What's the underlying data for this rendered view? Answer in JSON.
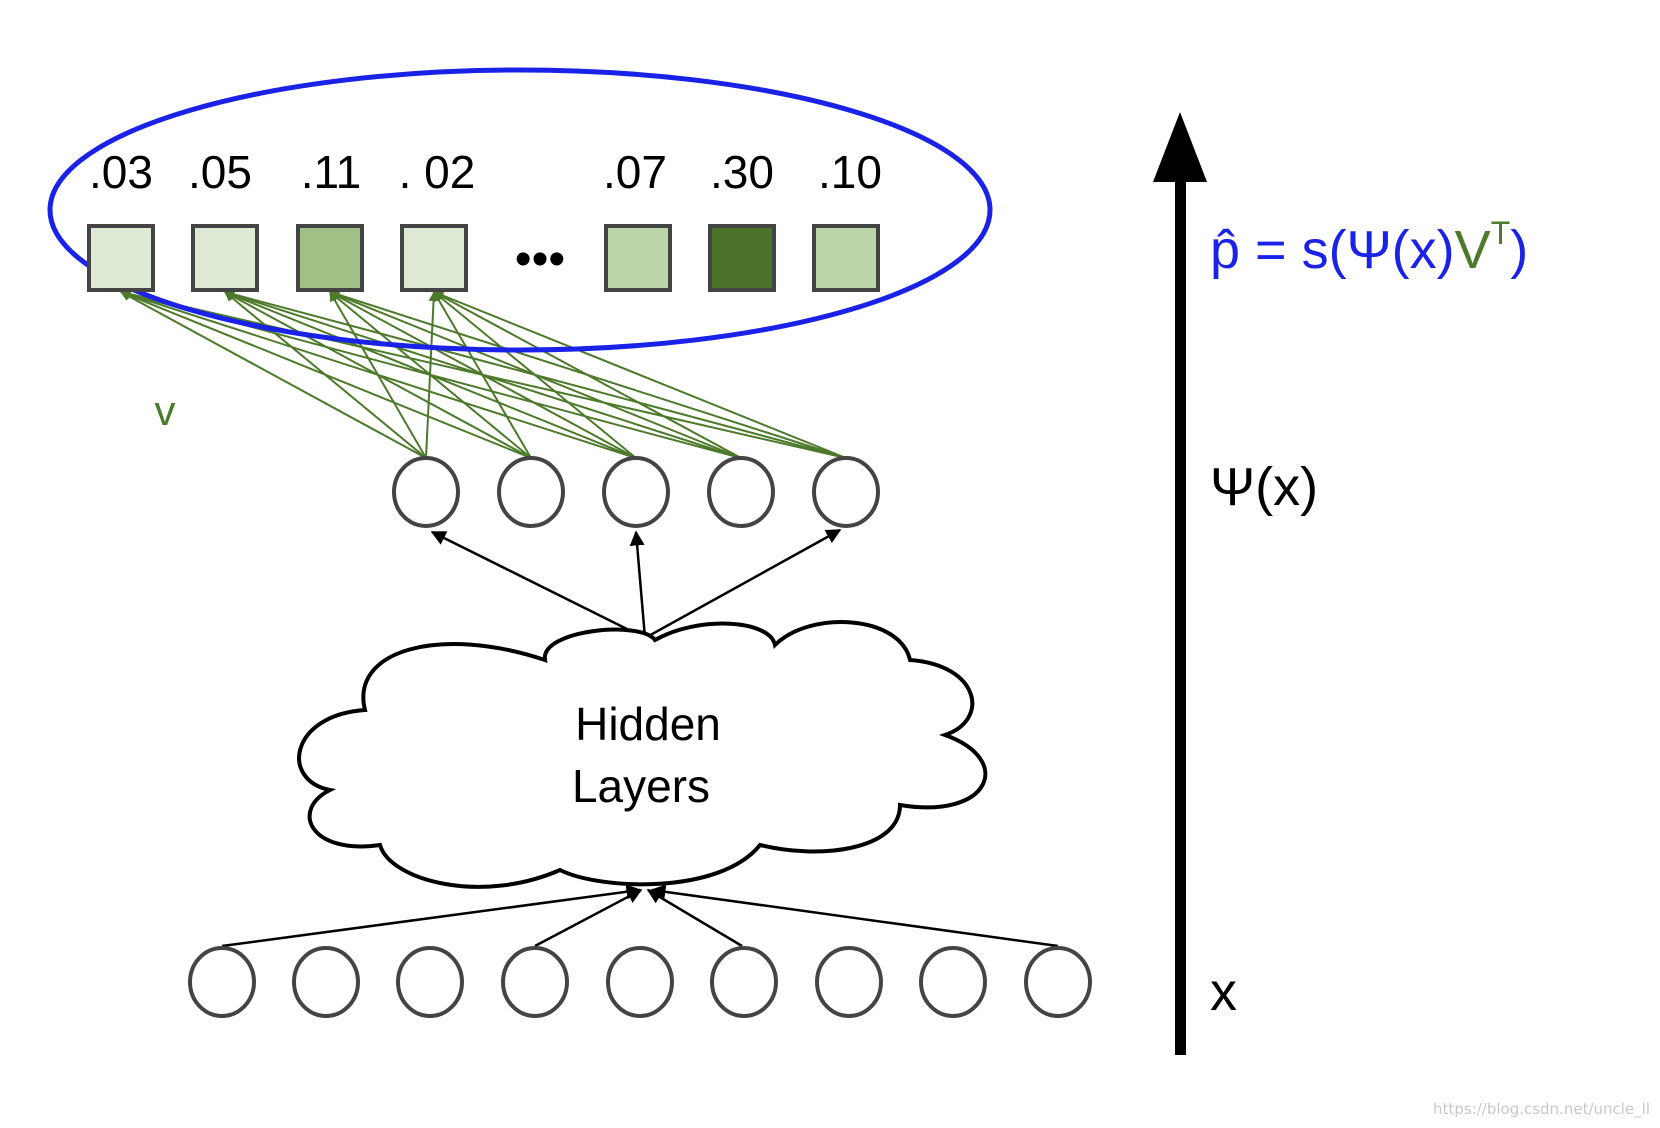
{
  "scores": [
    ".03",
    ".05",
    ".11",
    ". 02",
    ".07",
    ".30",
    ".10"
  ],
  "ellipsis": "•••",
  "output_boxes": [
    {
      "fill": "#dde9d5"
    },
    {
      "fill": "#dde9d5"
    },
    {
      "fill": "#9fc185"
    },
    {
      "fill": "#dde9d5"
    },
    {
      "fill": "#bcd5ab"
    },
    {
      "fill": "#4a7229"
    },
    {
      "fill": "#bcd5ab"
    }
  ],
  "weights_label": "v",
  "hidden_label_line1": "Hidden",
  "hidden_label_line2": "Layers",
  "formula": {
    "p_hat": "p̂",
    "eq": " = s(Ψ(x)",
    "v": "V",
    "sup": "T",
    "close": ")"
  },
  "psi_label": "Ψ(x)",
  "x_label": "x",
  "watermark": "https://blog.csdn.net/uncle_ll",
  "colors": {
    "blue": "#1a22e8",
    "green": "#4d7a2a",
    "stroke": "#444444",
    "black": "#000000"
  }
}
